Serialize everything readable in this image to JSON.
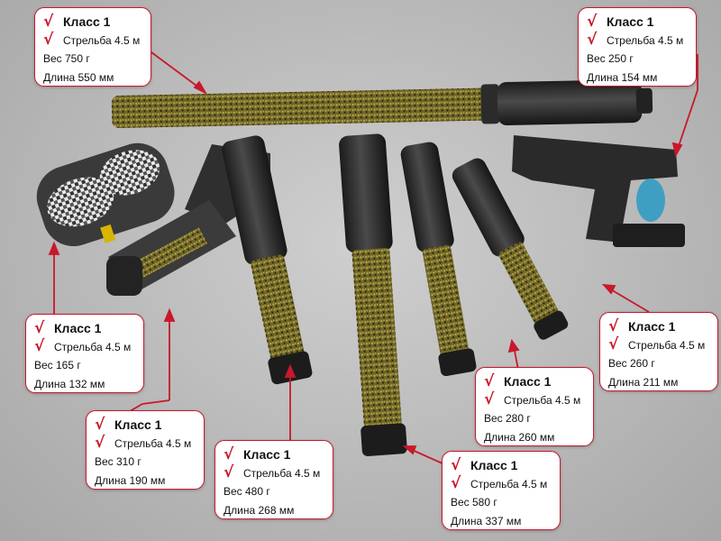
{
  "products": [
    {
      "id": "baton-long",
      "class_label": "Класс 1",
      "shooting": "Стрельба 4.5 м",
      "weight": "Вес 750 г",
      "length": "Длина 550 мм"
    },
    {
      "id": "pistol",
      "class_label": "Класс 1",
      "shooting": "Стрельба 4.5 м",
      "weight": "Вес 250 г",
      "length": "Длина 154 мм"
    },
    {
      "id": "compact",
      "class_label": "Класс 1",
      "shooting": "Стрельба 4.5 м",
      "weight": "Вес 165 г",
      "length": "Длина 132 мм"
    },
    {
      "id": "grip",
      "class_label": "Класс 1",
      "shooting": "Стрельба 4.5 м",
      "weight": "Вес 310 г",
      "length": "Длина 190 мм"
    },
    {
      "id": "baton-268",
      "class_label": "Класс 1",
      "shooting": "Стрельба 4.5 м",
      "weight": "Вес 480 г",
      "length": "Длина 268 мм"
    },
    {
      "id": "baton-337",
      "class_label": "Класс 1",
      "shooting": "Стрельба 4.5 м",
      "weight": "Вес 580 г",
      "length": "Длина 337 мм"
    },
    {
      "id": "baton-260",
      "class_label": "Класс 1",
      "shooting": "Стрельба 4.5 м",
      "weight": "Вес 280 г",
      "length": "Длина 260 мм"
    },
    {
      "id": "baton-211",
      "class_label": "Класс 1",
      "shooting": "Стрельба 4.5 м",
      "weight": "Вес 260 г",
      "length": "Длина 211 мм"
    }
  ],
  "check_mark": "√",
  "colors": {
    "accent": "#c8182a",
    "gold": "#8a7d34",
    "body": "#2e2e2e"
  }
}
